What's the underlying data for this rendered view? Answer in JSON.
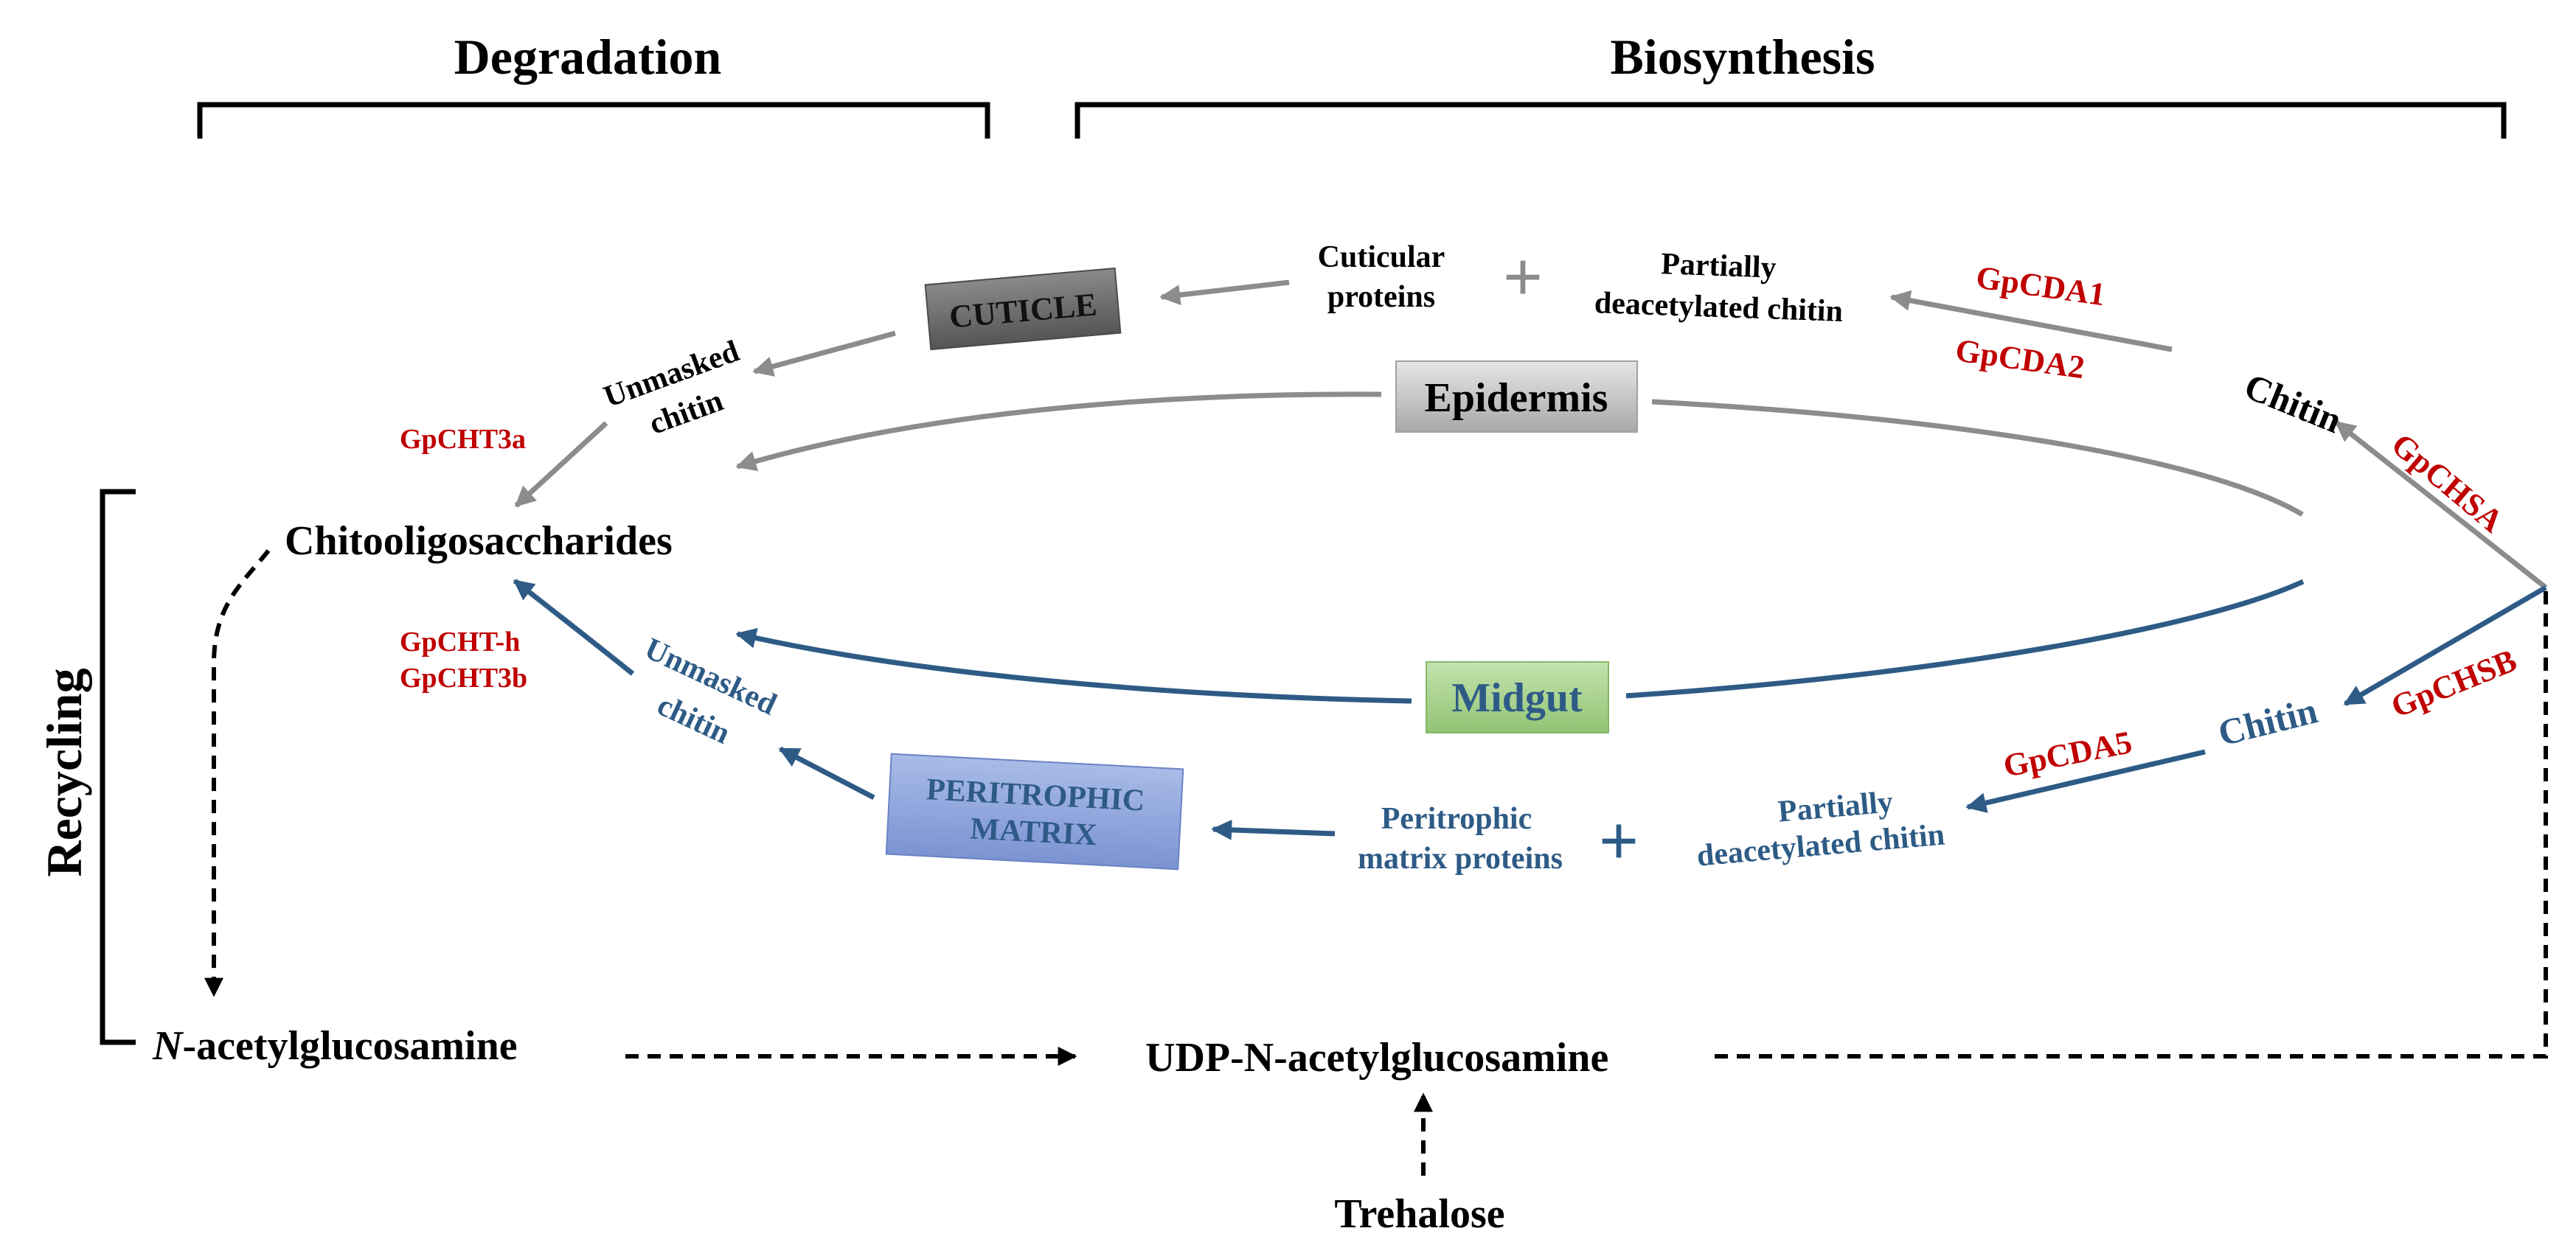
{
  "colors": {
    "black": "#000000",
    "grey_arrow": "#8c8c8c",
    "blue_arrow": "#2e5b86",
    "enzyme_red": "#c00000",
    "cuticle_box": "#6e6e6e",
    "epidermis_box": "#c6c6c6",
    "midgut_box": "#a9d18e",
    "peritrophic_box": "#8fa6dd"
  },
  "headers": {
    "degradation": "Degradation",
    "biosynthesis": "Biosynthesis",
    "recycling": "Recycling"
  },
  "epidermis_pathway": {
    "box_label": "Epidermis",
    "chitin": "Chitin",
    "partially_line1": "Partially",
    "partially_line2": "deacetylated chitin",
    "plus": "+",
    "cuticular_line1": "Cuticular",
    "cuticular_line2": "proteins",
    "cuticle": "CUTICLE",
    "unmasked_line1": "Unmasked",
    "unmasked_line2": "chitin"
  },
  "midgut_pathway": {
    "box_label": "Midgut",
    "chitin": "Chitin",
    "partially_line1": "Partially",
    "partially_line2": "deacetylated chitin",
    "plus": "+",
    "pm_proteins_line1": "Peritrophic",
    "pm_proteins_line2": "matrix proteins",
    "pm_line1": "PERITROPHIC",
    "pm_line2": "MATRIX",
    "unmasked_line1": "Unmasked",
    "unmasked_line2": "chitin"
  },
  "enzymes": {
    "chsa": "GpCHSA",
    "chsb": "GpCHSB",
    "cda1": "GpCDA1",
    "cda2": "GpCDA2",
    "cda5": "GpCDA5",
    "cht3a": "GpCHT3a",
    "chth": "GpCHT-h",
    "cht3b": "GpCHT3b"
  },
  "metabolites": {
    "chitooligosaccharides": "Chitooligosaccharides",
    "nag_prefix": "N",
    "nag_rest": "-acetylglucosamine",
    "udp_nag": "UDP-N-acetylglucosamine",
    "trehalose": "Trehalose"
  }
}
